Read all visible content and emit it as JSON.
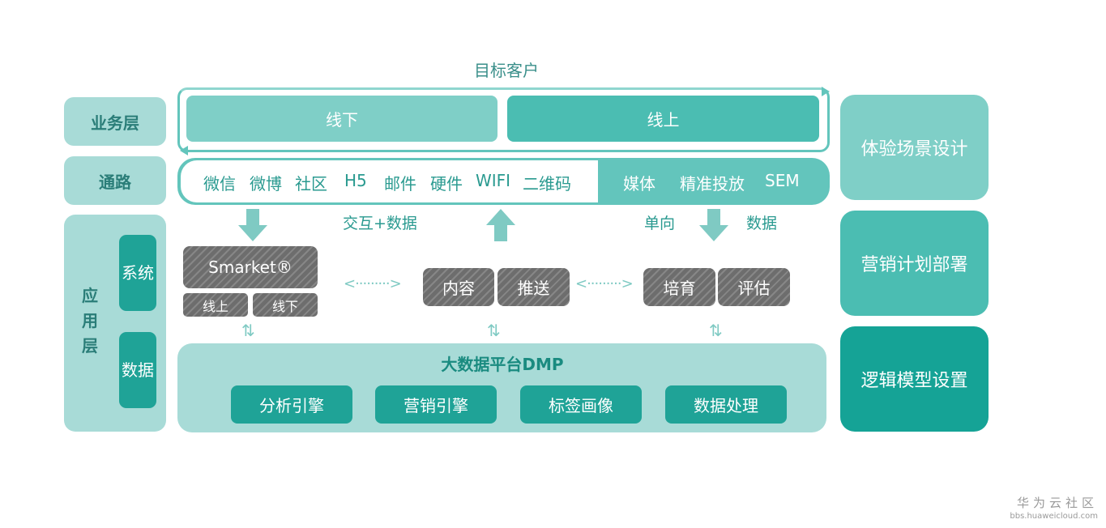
{
  "title": "目标客户",
  "layers": {
    "business": "业务层",
    "channel": "通路",
    "application": "应用层"
  },
  "app_sub": {
    "system": "系统",
    "data": "数据"
  },
  "business_layer": {
    "offline": "线下",
    "online": "线上"
  },
  "channels": {
    "left": [
      "微信",
      "微博",
      "社区",
      "H5",
      "邮件",
      "硬件",
      "WIFI",
      "二维码"
    ],
    "right": [
      "媒体",
      "精准投放",
      "SEM"
    ]
  },
  "flow_labels": {
    "interaction": "交互+数据",
    "one_way": "单向",
    "data": "数据"
  },
  "smarket": {
    "title": "Smarket®",
    "online": "线上",
    "offline": "线下"
  },
  "modules": {
    "content": "内容",
    "push": "推送",
    "nurture": "培育",
    "evaluate": "评估"
  },
  "dmp": {
    "title": "大数据平台DMP",
    "items": [
      "分析引擎",
      "营销引擎",
      "标签画像",
      "数据处理"
    ]
  },
  "side": {
    "experience": "体验场景设计",
    "marketing": "营销计划部署",
    "logic": "逻辑模型设置"
  },
  "icons": {
    "down_arrow": "arrow-down-icon",
    "up_arrow": "arrow-up-icon",
    "bidirectional": "up-down-arrows-icon",
    "dashed_bidirectional": "dashed-left-right-arrow-icon"
  },
  "colors": {
    "teal_dark": "#1fa397",
    "teal_mid": "#63c5bc",
    "teal_light": "#a8dbd7",
    "gray_hatch": "#6d6d6d"
  },
  "watermark": {
    "brand": "华为云社区",
    "url": "bbs.huaweicloud.com"
  }
}
